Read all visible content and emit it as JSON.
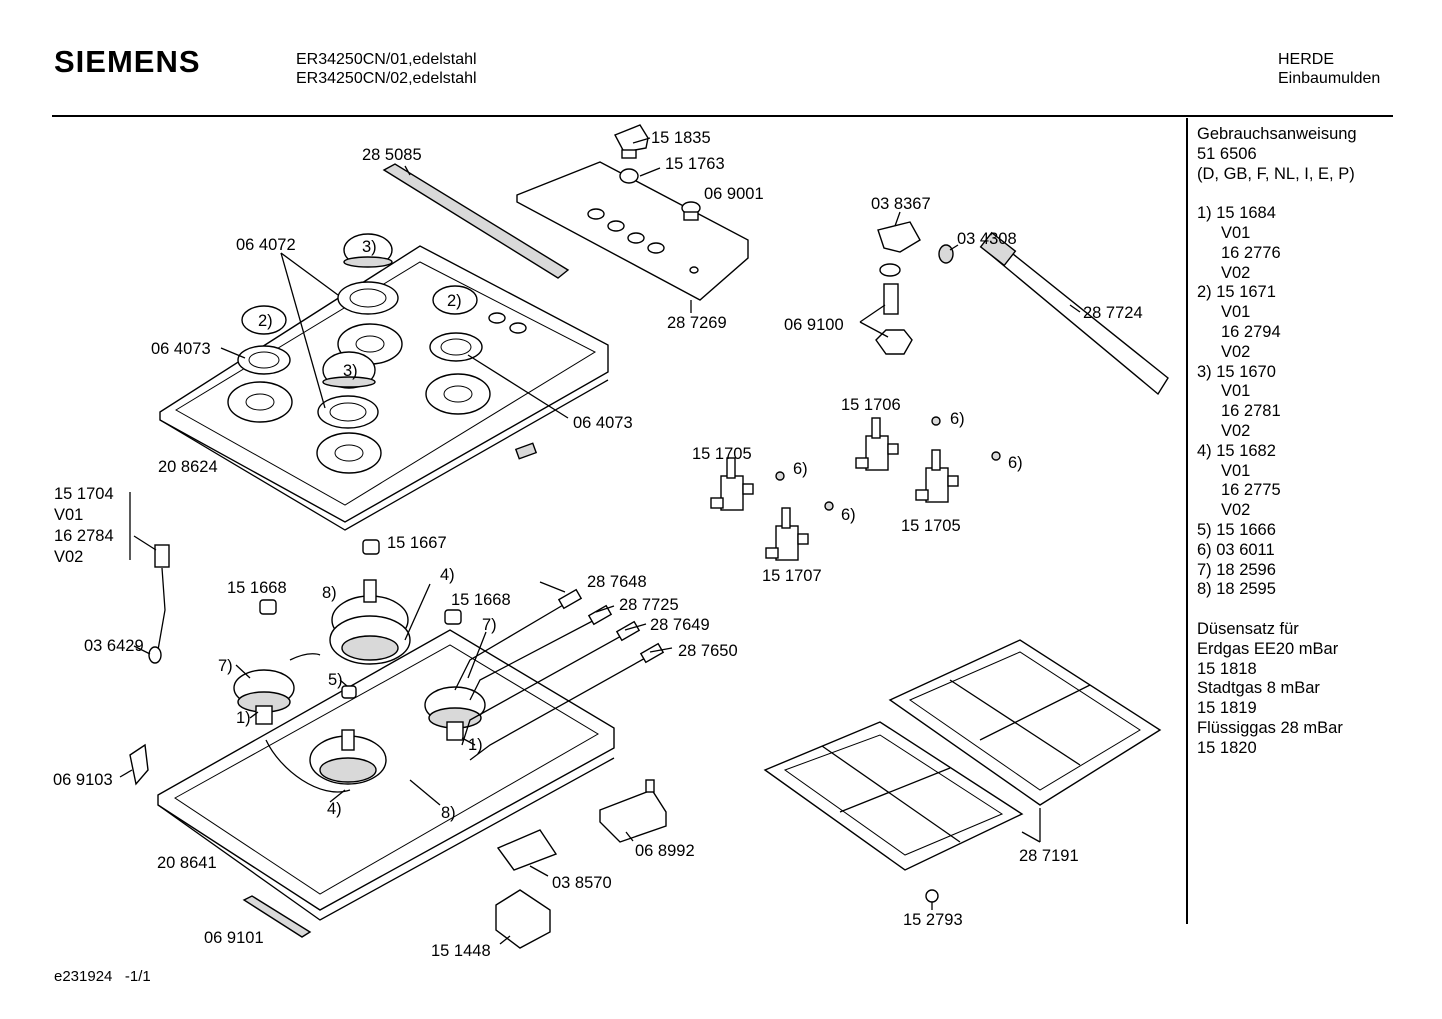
{
  "header": {
    "brand": "SIEMENS",
    "model_line_1": "ER34250CN/01,edelstahl",
    "model_line_2": "ER34250CN/02,edelstahl",
    "category_line_1": "HERDE",
    "category_line_2": "Einbaumulden"
  },
  "sidebar": {
    "manual_title": "Gebrauchsanweisung",
    "manual_number": "51 6506",
    "manual_languages": "(D, GB, F, NL, I, E, P)",
    "footnotes": [
      {
        "lines": [
          "1) 15 1684",
          "V01",
          "16 2776",
          "V02"
        ]
      },
      {
        "lines": [
          "2) 15 1671",
          "V01",
          "16 2794",
          "V02"
        ]
      },
      {
        "lines": [
          "3) 15 1670",
          "V01",
          "16 2781",
          "V02"
        ]
      },
      {
        "lines": [
          "4) 15 1682",
          "V01",
          "16 2775",
          "V02"
        ]
      },
      {
        "lines": [
          "5) 15 1666"
        ]
      },
      {
        "lines": [
          "6) 03 6011"
        ]
      },
      {
        "lines": [
          "7) 18 2596"
        ]
      },
      {
        "lines": [
          "8) 18 2595"
        ]
      }
    ],
    "nozzle_title_1": "Düsensatz für",
    "nozzle_lines": [
      "Erdgas EE20 mBar",
      "15 1818",
      "Stadtgas 8 mBar",
      "15 1819",
      "Flüssiggas 28 mBar",
      "15 1820"
    ]
  },
  "labels": {
    "p151835": "15 1835",
    "p151763": "15 1763",
    "p069001": "06 9001",
    "p285085": "28 5085",
    "p287269": "28 7269",
    "p064072": "06 4072",
    "p064073a": "06 4073",
    "p064073b": "06 4073",
    "p208624": "20 8624",
    "p038367": "03 8367",
    "p034308": "03 4308",
    "p069100": "06 9100",
    "p287724": "28 7724",
    "p151706": "15 1706",
    "p151705a": "15 1705",
    "p151705b": "15 1705",
    "p151707": "15 1707",
    "p151704": "15 1704",
    "v01": "V01",
    "p162784": "16 2784",
    "v02": "V02",
    "p036429": "03 6429",
    "p151667": "15 1667",
    "p151668a": "15 1668",
    "p151668b": "15 1668",
    "p287648": "28 7648",
    "p287725": "28 7725",
    "p287649": "28 7649",
    "p287650": "28 7650",
    "p069103": "06 9103",
    "p208641": "20 8641",
    "p069101": "06 9101",
    "p151448": "15 1448",
    "p038570": "03 8570",
    "p068992": "06 8992",
    "p287191": "28 7191",
    "p152793": "15 2793",
    "n1": "1)",
    "n2": "2)",
    "n3": "3)",
    "n4": "4)",
    "n5": "5)",
    "n6": "6)",
    "n7": "7)",
    "n8": "8)"
  },
  "footer": {
    "drawing_id": "e231924",
    "page": "-1/1"
  }
}
